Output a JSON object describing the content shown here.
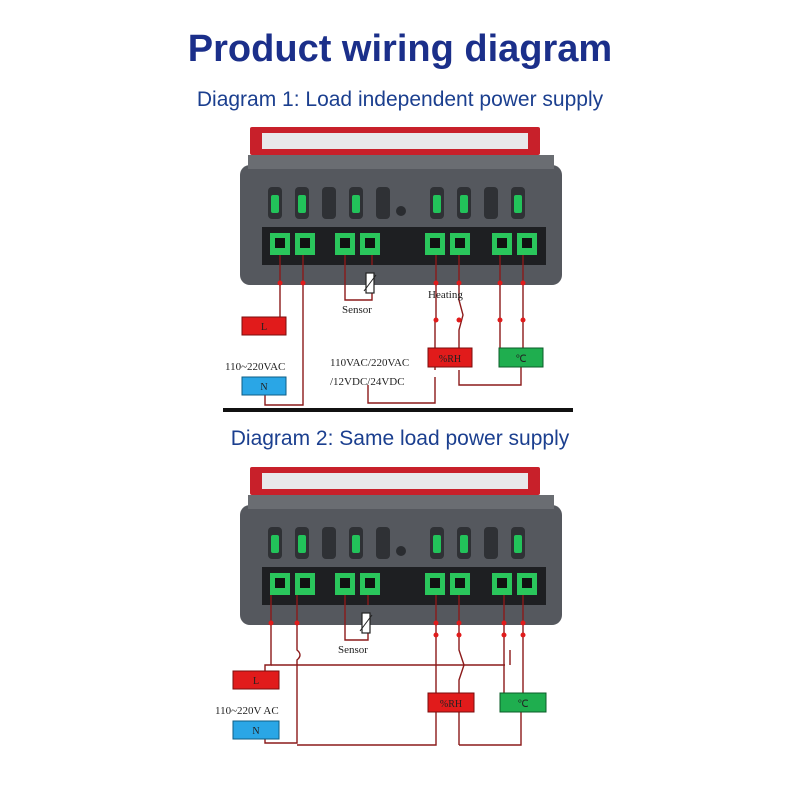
{
  "header": {
    "title": "Product wiring diagram",
    "diagram1_title": "Diagram 1: Load independent power supply",
    "diagram2_title": "Diagram 2: Same load power supply"
  },
  "diagram1": {
    "sensor_label": "Sensor",
    "heating_label": "Heating",
    "l_label": "L",
    "n_label": "N",
    "voltage_label": "110~220VAC",
    "load_voltage_line1": "110VAC/220VAC",
    "load_voltage_line2": "/12VDC/24VDC",
    "humidity_load_label": "%RH",
    "temp_load_label": "℃"
  },
  "diagram2": {
    "sensor_label": "Sensor",
    "l_label": "L",
    "n_label": "N",
    "voltage_label": "110~220V AC",
    "humidity_load_label": "%RH",
    "temp_load_label": "℃"
  },
  "colors": {
    "title": "#1b2f8a",
    "subtitle": "#1b3f8f",
    "device_body": "#55585e",
    "terminal_green": "#22c35a",
    "wire": "#8b1a1a",
    "box_red": "#e11b1b",
    "box_green": "#1fae4f",
    "box_blue": "#2aa6e6"
  }
}
